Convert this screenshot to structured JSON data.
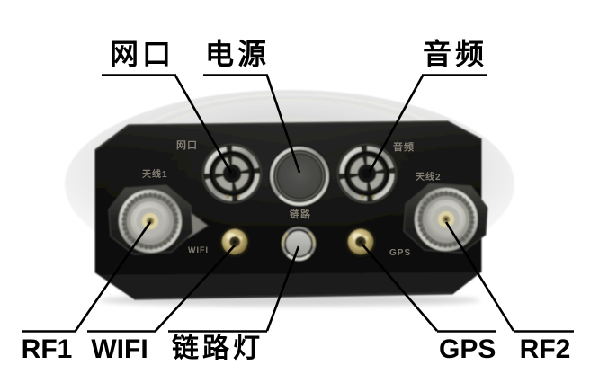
{
  "figure": {
    "type": "hardware-annotation-diagram",
    "background": "#ffffff",
    "line_color": "#000000"
  },
  "callouts": {
    "top": [
      {
        "id": "ethernet",
        "label": "网口"
      },
      {
        "id": "power",
        "label": "电源"
      },
      {
        "id": "audio",
        "label": "音频"
      }
    ],
    "bottom": [
      {
        "id": "rf1",
        "label": "RF1"
      },
      {
        "id": "wifi",
        "label": "WIFI"
      },
      {
        "id": "link-light",
        "label": "链路灯"
      },
      {
        "id": "gps",
        "label": "GPS"
      },
      {
        "id": "rf2",
        "label": "RF2"
      }
    ]
  },
  "device": {
    "markings": {
      "ethernet": "网口",
      "audio": "音频",
      "link": "链路",
      "antenna1": "天线1",
      "antenna2": "天线2",
      "wifi": "WIFI",
      "gps": "GPS"
    }
  },
  "colors": {
    "label_text": "#000000",
    "marking_text": "#938d7f",
    "body_dark": "#0d0d0c",
    "metal_light": "#d6d6d0",
    "gold_connector": "#c3b379",
    "indicator_light": "#b4b5b1"
  }
}
